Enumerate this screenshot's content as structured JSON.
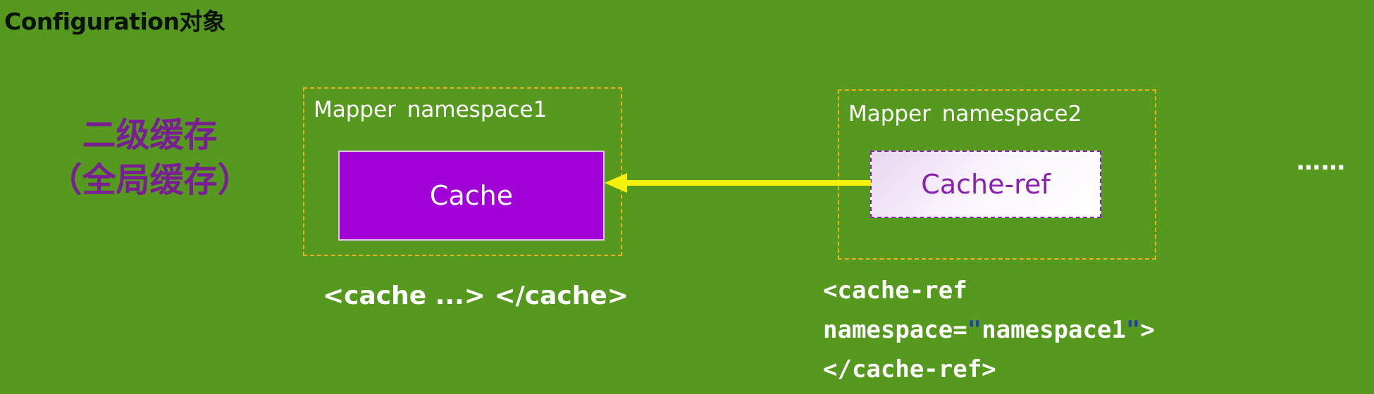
{
  "header": {
    "title": "Configuration对象"
  },
  "level_label": {
    "line1": "二级缓存",
    "line2": "（全局缓存）"
  },
  "mapper1": {
    "title": "Mapper namespace1",
    "cache_label": "Cache",
    "code": "<cache ...> </cache>"
  },
  "mapper2": {
    "title": "Mapper namespace2",
    "cache_ref_label": "Cache-ref",
    "code": {
      "line1": "<cache-ref",
      "line2_pre": "namespace=",
      "quote_open": "\"",
      "line2_value": "namespace1",
      "quote_close": "\"",
      "line2_post": ">",
      "line3": "</cache-ref>"
    }
  },
  "more": "……",
  "colors": {
    "background": "#559a1e",
    "cache_fill": "#a100d6",
    "label_purple": "#7a1f93",
    "dashed_border": "#e9b11c",
    "arrow": "#f4f20a"
  },
  "icons": {
    "reference_arrow": "arrow-left-icon"
  }
}
